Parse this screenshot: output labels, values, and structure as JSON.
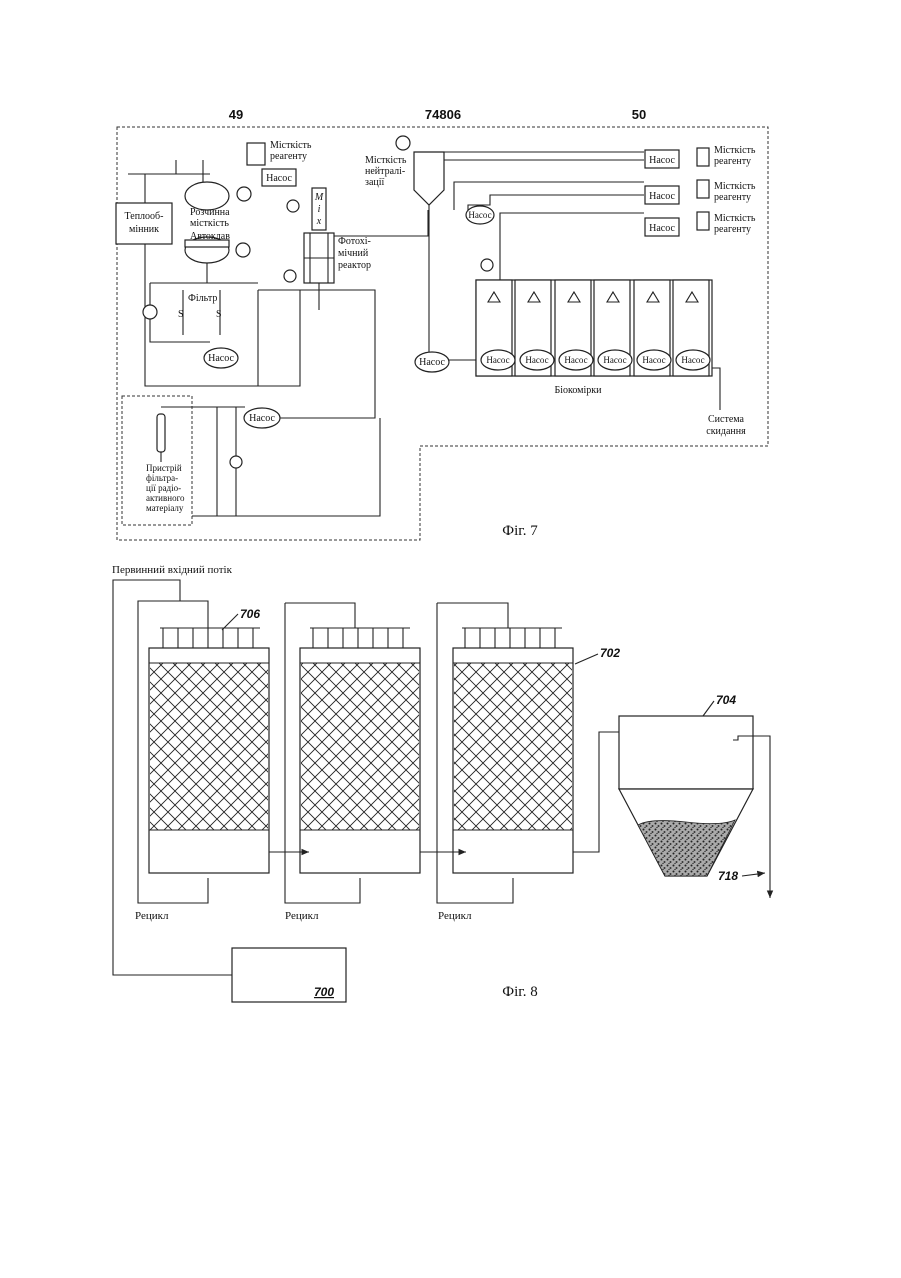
{
  "header": {
    "page_left": "49",
    "patent_no": "74806",
    "page_right": "50"
  },
  "fig7": {
    "caption": "Фіг. 7",
    "heat_exchanger": "Теплооб-мінник",
    "dissolve_tank": "Розчинна місткість",
    "autoclave": "Автоклав",
    "filter": "Фільтр",
    "reagent_tank_top": "Місткість реагенту",
    "pump": "Насос",
    "mixer": "Mix",
    "photo_reactor": "Фотохі-мічний реактор",
    "neutral_tank": "Місткість нейтралі-зації",
    "reagent_tank": "Місткість реагенту",
    "radioactive_filter": "Пристрій фільтра-ції радіо-активного матеріалу",
    "biocells": "Біокомірки",
    "discharge": "Система скидання"
  },
  "fig8": {
    "caption": "Фіг. 8",
    "primary_input": "Первинний вхідний потік",
    "recycle": "Рецикл",
    "ref_706": "706",
    "ref_702": "702",
    "ref_704": "704",
    "ref_718": "718",
    "ref_700": "700"
  }
}
